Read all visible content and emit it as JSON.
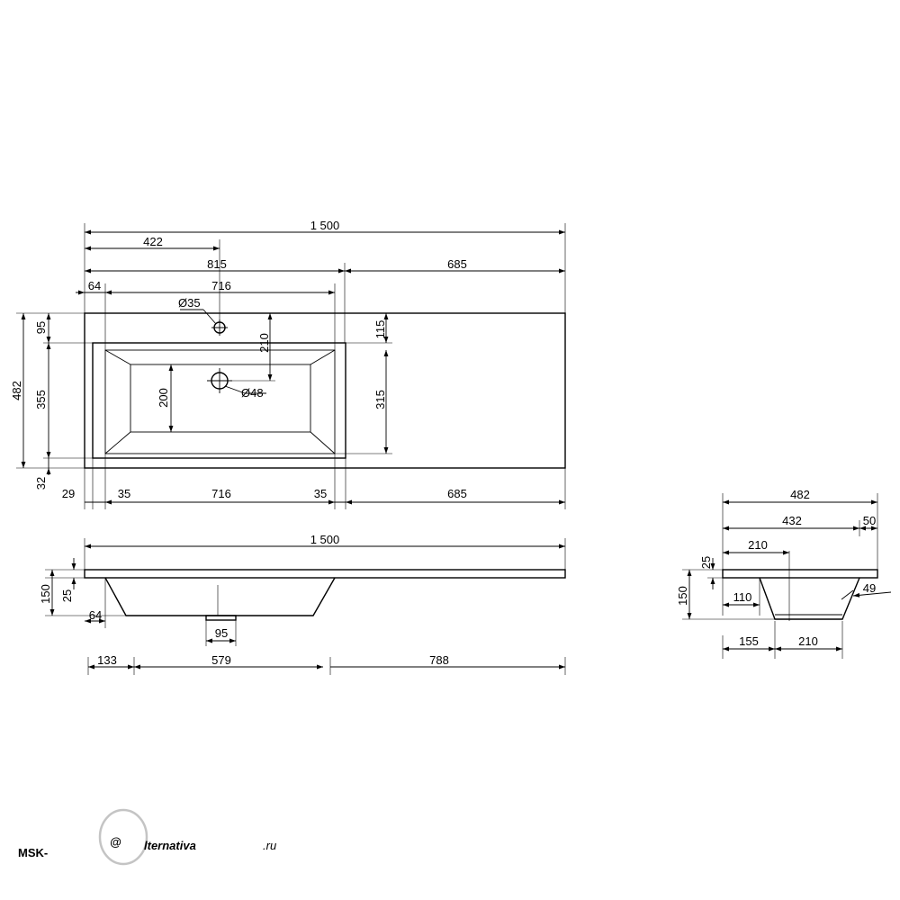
{
  "dimensions": {
    "top_total": "1 500",
    "top_tap_pos": "422",
    "top_basin_zone": "815",
    "top_right_zone": "685",
    "top_left_margin": "64",
    "top_basin_width": "716",
    "tap_hole": "Ø35",
    "drain_hole": "Ø48",
    "drain_to_tap": "210",
    "inner_depth": "200",
    "right_top": "115",
    "right_mid": "315",
    "left_depth_total": "482",
    "left_back": "95",
    "left_basin": "355",
    "left_front": "32",
    "bot_29": "29",
    "bot_35_left": "35",
    "bot_716": "716",
    "bot_35_right": "35",
    "bot_685": "685",
    "front_total": "1 500",
    "front_height": "150",
    "front_slab": "25",
    "front_64": "64",
    "front_drain": "95",
    "front_133": "133",
    "front_579": "579",
    "front_788": "788",
    "side_total": "482",
    "side_432": "432",
    "side_50": "50",
    "side_210_top": "210",
    "side_slab": "25",
    "side_height": "150",
    "side_110": "110",
    "side_49": "49",
    "side_155": "155",
    "side_210_bot": "210"
  },
  "watermark": {
    "prefix": "MSK-",
    "at_sign": "@",
    "word": "lternativa",
    "suffix": ".ru"
  }
}
